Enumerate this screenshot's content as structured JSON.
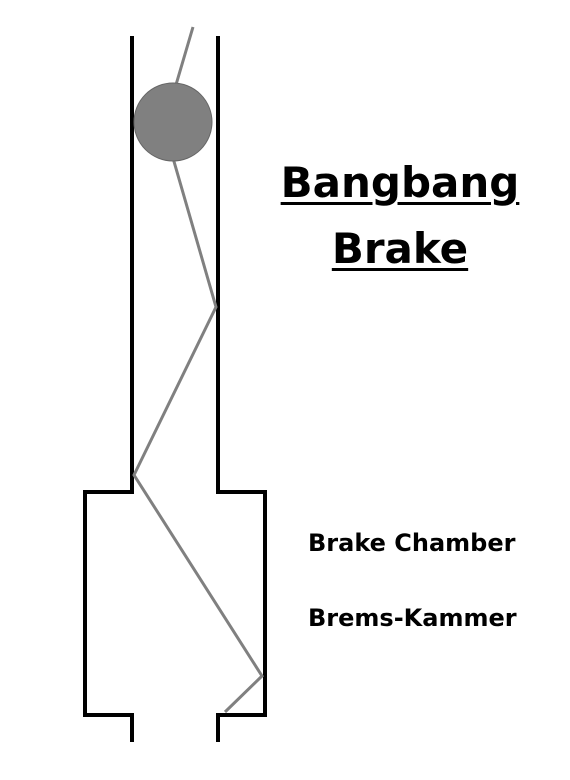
{
  "title": {
    "line1": "Bangbang",
    "line2": "Brake"
  },
  "labels": {
    "chamber_en": "Brake Chamber",
    "chamber_de": "Brems-Kammer"
  },
  "colors": {
    "tube_wall": "#000000",
    "path": "#808080",
    "ball": "#808080",
    "background": "#ffffff"
  }
}
